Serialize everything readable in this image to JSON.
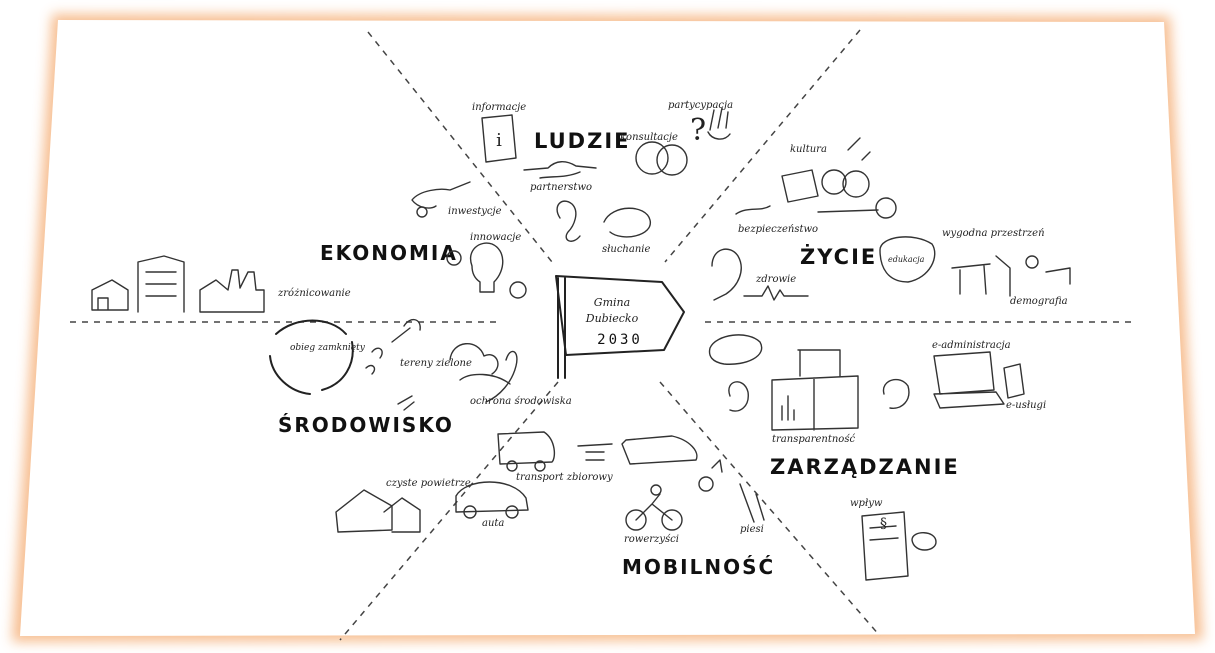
{
  "sign": {
    "line1": "Gmina",
    "line2": "Dubiecko",
    "year": "2030"
  },
  "categories": {
    "ludzie": "LUDZIE",
    "ekonomia": "EKONOMIA",
    "zycie": "ŻYCIE",
    "srodowisko": "ŚRODOWISKO",
    "zarzadzanie": "ZARZĄDZANIE",
    "mobilnosc": "MOBILNOŚĆ"
  },
  "labels": {
    "informacje": "informacje",
    "partycypacja": "partycypacja",
    "konsultacje": "konsultacje",
    "partnerstwo": "partnerstwo",
    "sluchanie": "słuchanie",
    "inwestycje": "inwestycje",
    "innowacje": "innowacje",
    "zroznicowanie": "zróżnicowanie",
    "obieg": "obieg zamknięty",
    "tereny": "tereny zielone",
    "ochrona": "ochrona środowiska",
    "kultura": "kultura",
    "bezpieczenstwo": "bezpieczeństwo",
    "edukacja": "edukacja",
    "przestrzen": "wygodna przestrzeń",
    "zdrowie": "zdrowie",
    "demografia": "demografia",
    "eadmin": "e-administracja",
    "euslugi": "e-usługi",
    "transparentnosc": "transparentność",
    "wplyw": "wpływ",
    "transport": "transport zbiorowy",
    "czyste": "czyste powietrze",
    "auta": "auta",
    "rowerzysci": "rowerzyści",
    "piesi": "piesi"
  },
  "colors": {
    "frame_glow": "#f6b886",
    "ink": "#222222"
  }
}
